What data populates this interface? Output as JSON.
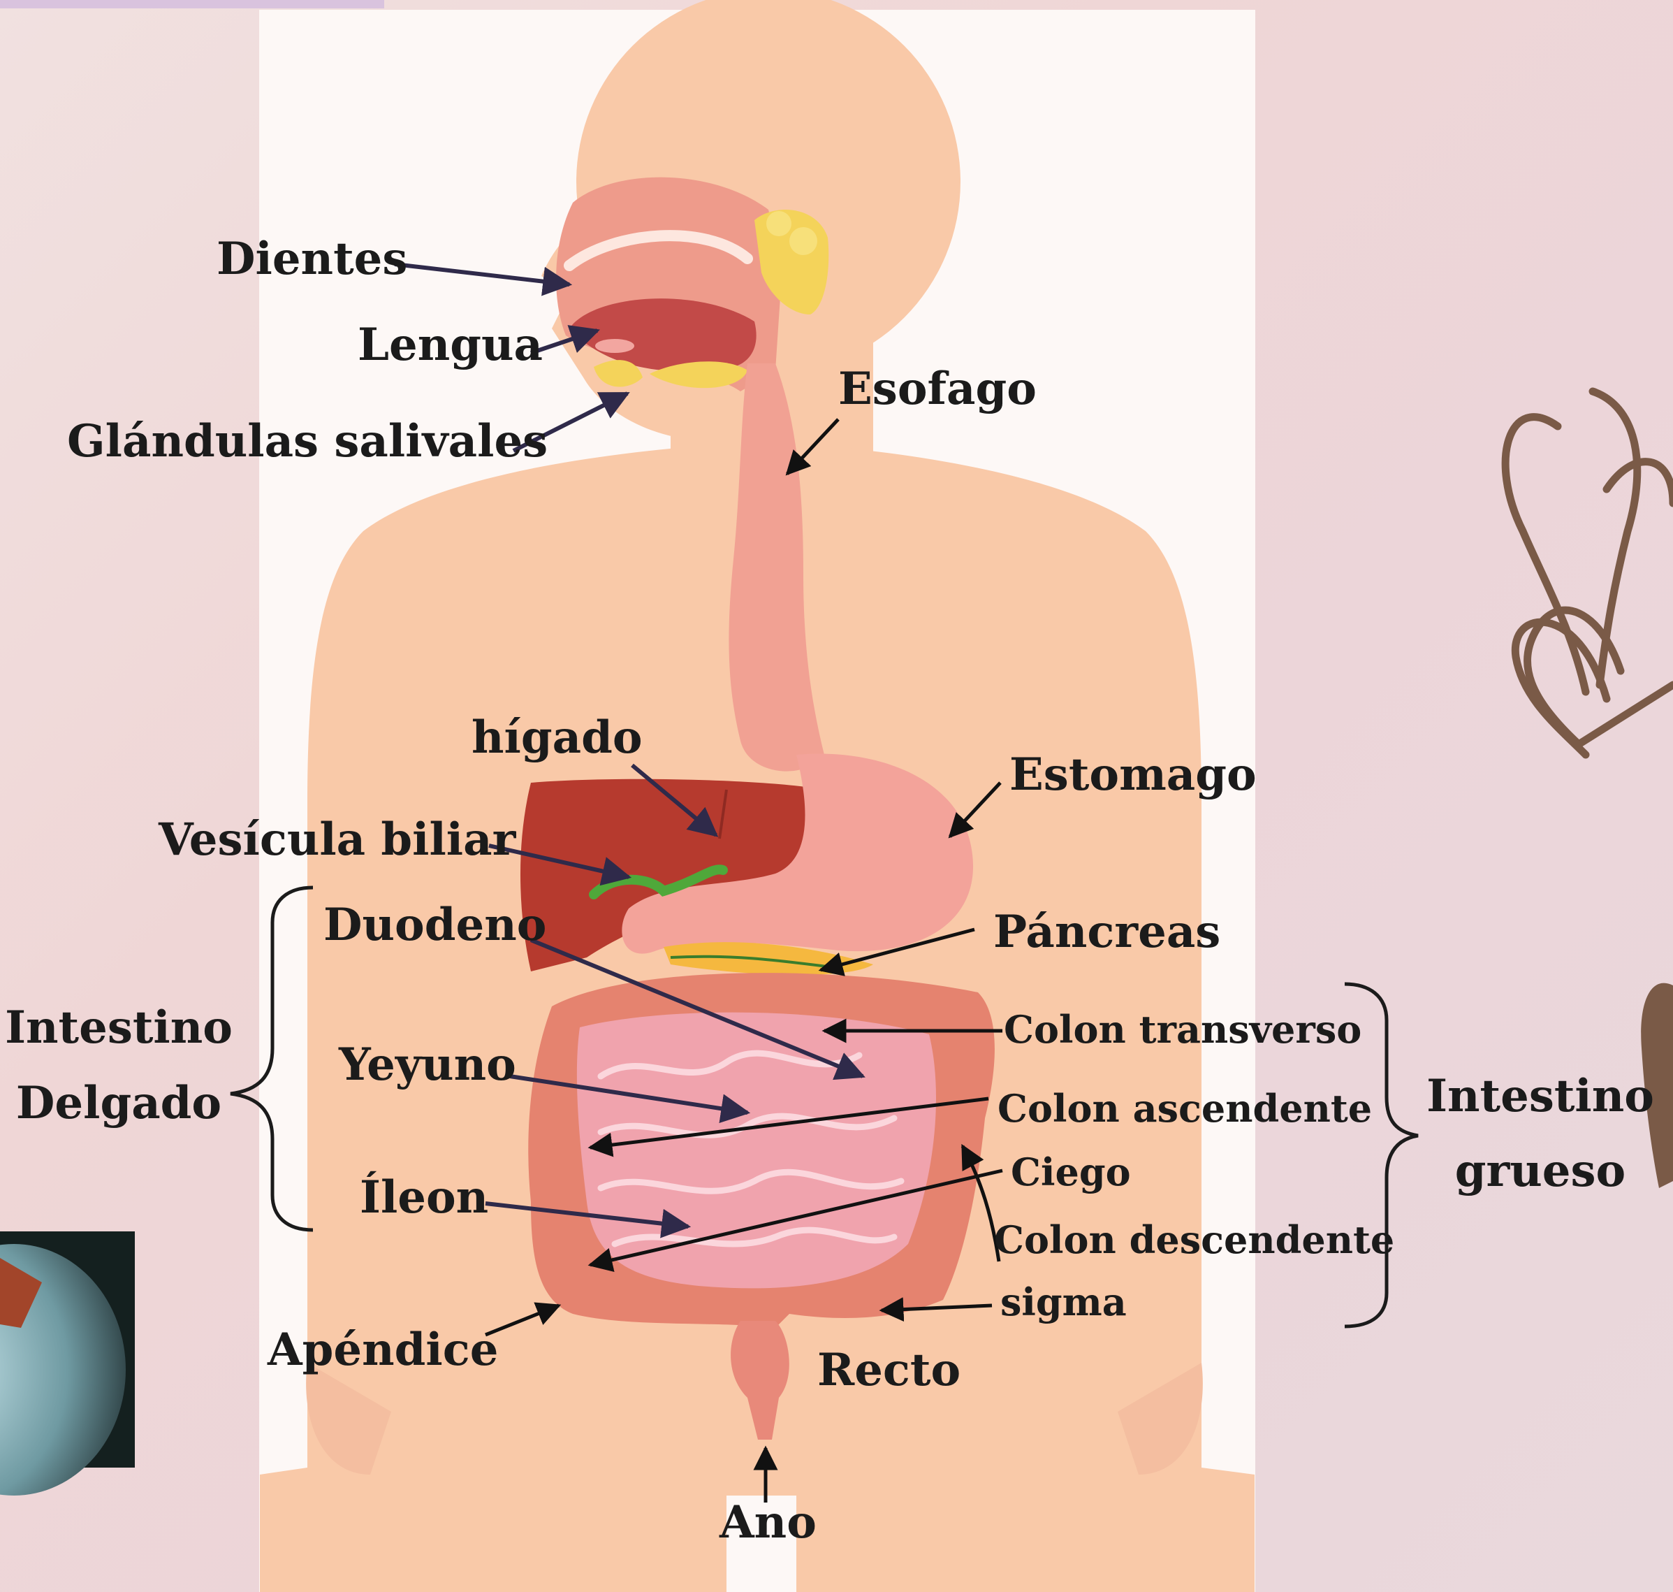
{
  "diagram": {
    "labels": {
      "dientes": "Dientes",
      "lengua": "Lengua",
      "glandulas": "Glándulas salivales",
      "esofago": "Esofago",
      "higado": "hígado",
      "estomago": "Estomago",
      "vesicula": "Vesícula biliar",
      "duodeno": "Duodeno",
      "pancreas": "Páncreas",
      "colon_transverso": "Colon transverso",
      "yeyuno": "Yeyuno",
      "colon_ascendente": "Colon ascendente",
      "ciego": "Ciego",
      "ileon": "Íleon",
      "colon_descendente": "Colon descendente",
      "sigma": "sigma",
      "apendice": "Apéndice",
      "recto": "Recto",
      "ano": "Ano"
    },
    "groups": {
      "intestino_delgado": [
        "Intestino",
        "Delgado"
      ],
      "intestino_grueso": [
        "Intestino",
        "grueso"
      ]
    }
  },
  "colors": {
    "body": "#f9c9a8",
    "panel": "#fdf8f6",
    "arrow_dark": "#2f2a4a",
    "arrow_black": "#111111",
    "liver": "#b63a2e",
    "stomach": "#f3a39a",
    "intestine": "#f0a3ad",
    "colon": "#e5836f",
    "gland": "#f4d35a",
    "gallbladder": "#4fa83a",
    "heart_doodle": "#7a5a47"
  },
  "icons": [
    "heart-doodle-icon",
    "feather-doodle-icon"
  ]
}
